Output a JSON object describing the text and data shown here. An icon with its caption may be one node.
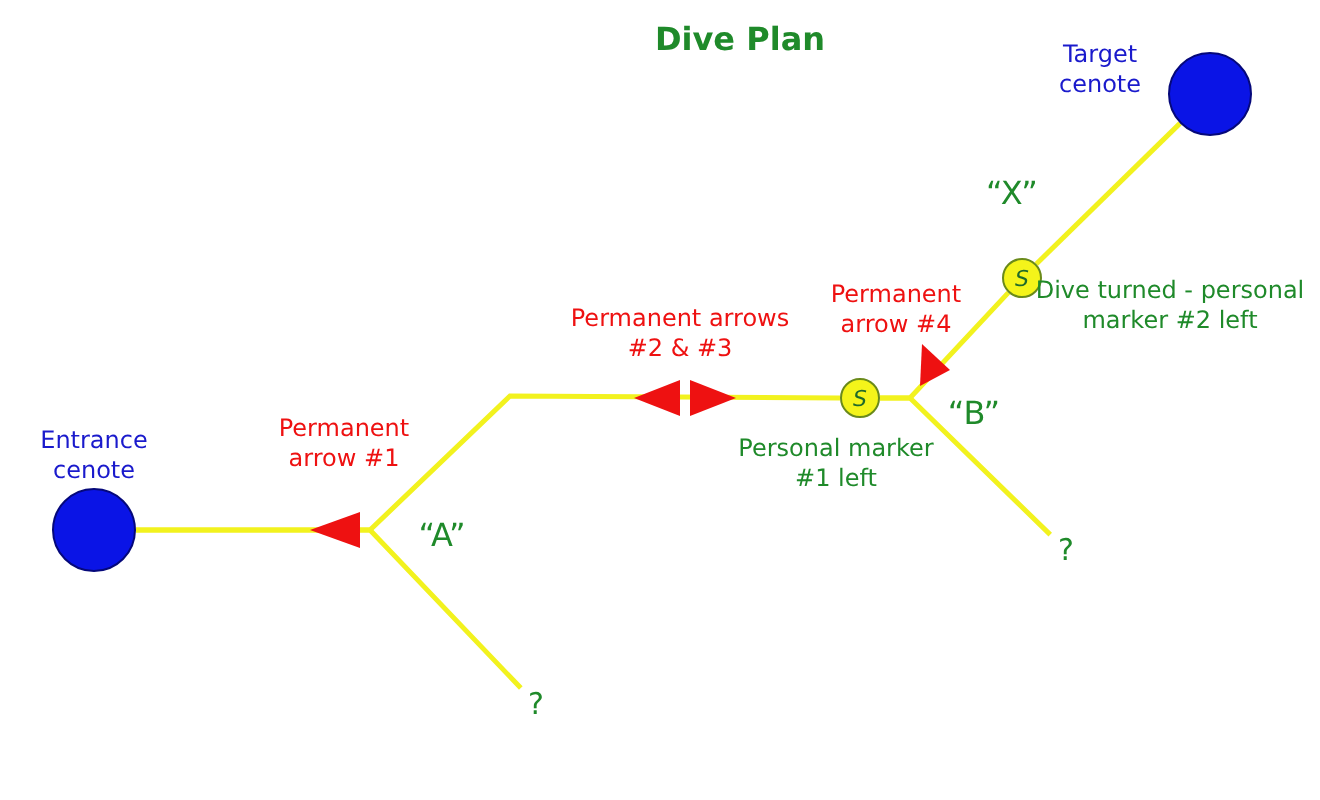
{
  "diagram": {
    "title": "Dive Plan",
    "nodes": [
      {
        "text": [
          "Entrance cenote"
        ]
      },
      {
        "text": [
          "Target cenote"
        ]
      },
      {
        "text": [
          "S"
        ],
        "beside": [
          "Personal marker #1 left"
        ]
      },
      {
        "text": [
          "S"
        ],
        "beside": [
          "Dive turned - personal marker #2 left"
        ]
      },
      {
        "text": [
          "?"
        ]
      },
      {
        "text": [
          "?"
        ]
      }
    ],
    "edges": [
      {
        "from": 0,
        "to": 4,
        "arrow": "none"
      },
      {
        "from": 0,
        "to": 2,
        "arrow": "none"
      },
      {
        "from": 2,
        "to": 5,
        "arrow": "none"
      },
      {
        "from": 2,
        "to": 3,
        "arrow": "none"
      },
      {
        "from": 3,
        "to": 1,
        "arrow": "none"
      }
    ],
    "labels": [
      "Permanent arrow #1",
      "“A”",
      "Permanent arrows #2 & #3",
      "Permanent arrow #4",
      "“X”",
      "“B”"
    ]
  }
}
